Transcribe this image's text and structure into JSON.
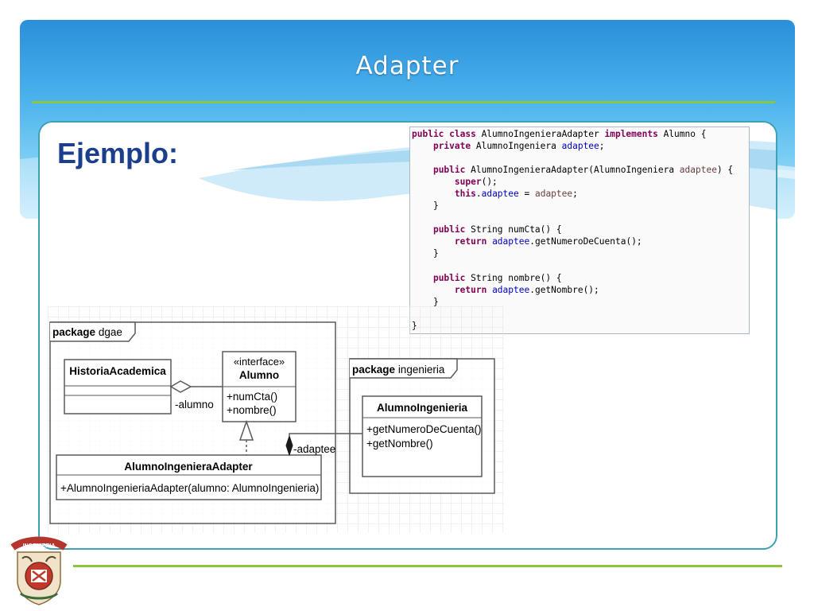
{
  "slide": {
    "title": "Adapter",
    "heading": "Ejemplo:"
  },
  "code": {
    "lines": [
      "public class AlumnoIngenieraAdapter implements Alumno {",
      "    private AlumnoIngeniera adaptee;",
      "",
      "    public AlumnoIngenieraAdapter(AlumnoIngeniera adaptee) {",
      "        super();",
      "        this.adaptee = adaptee;",
      "    }",
      "",
      "    public String numCta() {",
      "        return adaptee.getNumeroDeCuenta();",
      "    }",
      "",
      "    public String nombre() {",
      "        return adaptee.getNombre();",
      "    }",
      "",
      "}"
    ],
    "keyword_color": "#7f0055",
    "field_color": "#0000c0"
  },
  "uml": {
    "package_dgae": {
      "keyword": "package",
      "name": "dgae"
    },
    "package_ingenieria": {
      "keyword": "package",
      "name": "ingenieria"
    },
    "historia_academica": {
      "name": "HistoriaAcademica"
    },
    "alumno": {
      "stereotype": "«interface»",
      "name": "Alumno",
      "methods": [
        "+numCta()",
        "+nombre()"
      ]
    },
    "adapter": {
      "name": "AlumnoIngenieraAdapter",
      "methods": [
        "+AlumnoIngenieriaAdapter(alumno: AlumnoIngenieria)"
      ]
    },
    "alumno_ingenieria": {
      "name": "AlumnoIngenieria",
      "methods": [
        "+getNumeroDeCuenta()",
        "+getNombre()"
      ]
    },
    "role_alumno": "-alumno",
    "role_adaptee": "-adaptee"
  },
  "logo": {
    "text": "INGENIERIA"
  },
  "colors": {
    "accent_green": "#8cc63f",
    "heading_blue": "#1b3f8c",
    "frame_teal": "#3ea2b4"
  }
}
